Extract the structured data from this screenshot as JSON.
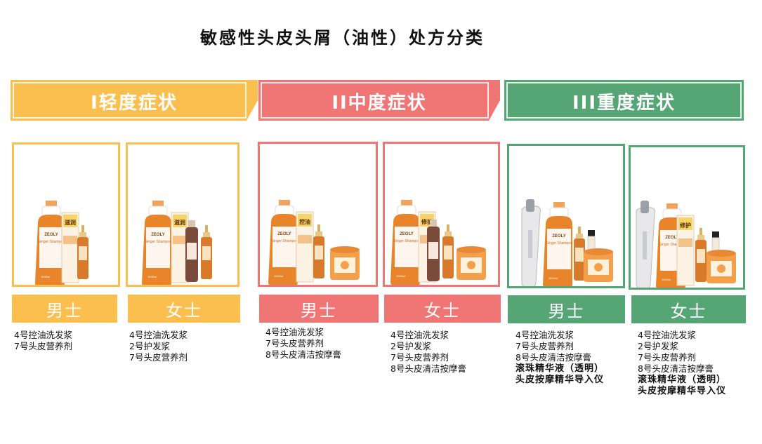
{
  "page": {
    "title": "敏感性头皮头屑（油性）处方分类"
  },
  "levels": {
    "mild": "I轻度症状",
    "moderate": "II中度症状",
    "severe": "III重度症状"
  },
  "tags": {
    "male": "男士",
    "female": "女士"
  },
  "prescriptions": {
    "mild_male": [
      "4号控油洗发浆",
      "7号头皮营养剂"
    ],
    "mild_female": [
      "4号控油洗发浆",
      "2号护发浆",
      "7号头皮营养剂"
    ],
    "moderate_male": [
      "4号控油洗发浆",
      "7号头皮营养剂",
      "8号头皮清洁按摩膏"
    ],
    "moderate_female": [
      "4号控油洗发浆",
      "2号护发浆",
      "7号头皮营养剂",
      "8号头皮清洁按摩膏"
    ],
    "severe_male": [
      "4号控油洗发浆",
      "7号头皮营养剂",
      "8号头皮清洁按摩膏",
      "滚珠精华液（透明）",
      "头皮按摩精华导入仪"
    ],
    "severe_female": [
      "4号控油洗发浆",
      "2号护发浆",
      "7号头皮营养剂",
      "8号头皮清洁按摩膏",
      "滚珠精华液（透明）",
      "头皮按摩精华导入仪"
    ]
  },
  "product_text": {
    "brand": "ZEOLY",
    "shampoo_name": "Ginger Shampoo",
    "oil_label": "控油",
    "moist_label": "滋润",
    "repair_label": "修护",
    "volume": "1000ml"
  },
  "colors": {
    "yellow": "#fbbf4f",
    "red": "#f07575",
    "green": "#56a574",
    "bottle": "#e8842a"
  }
}
